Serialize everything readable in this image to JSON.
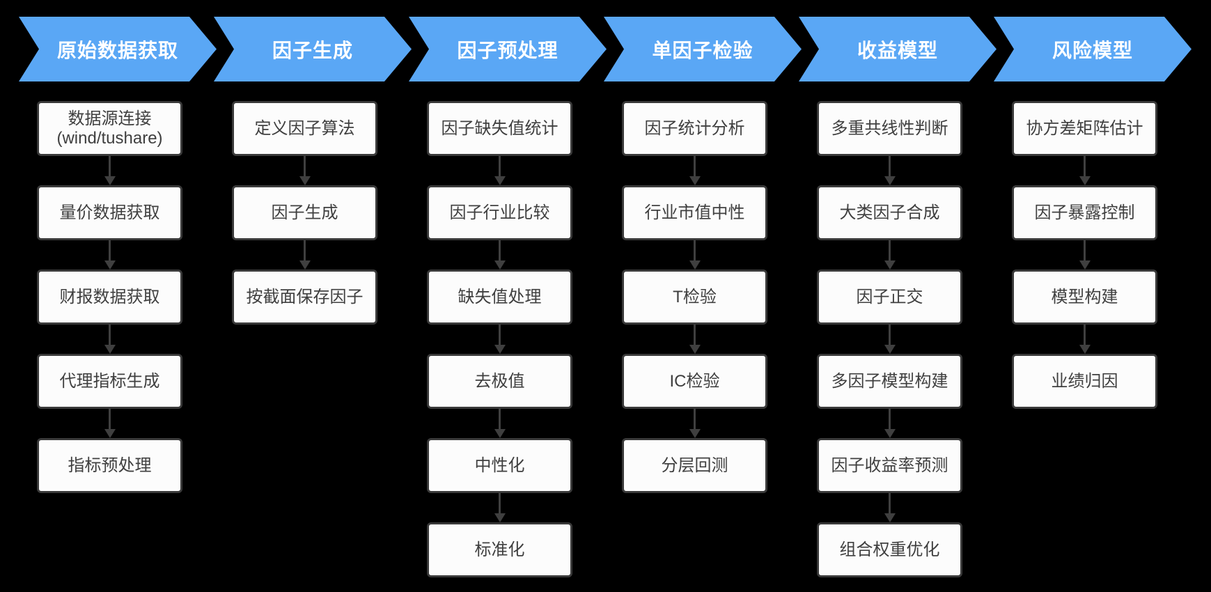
{
  "colors": {
    "background": "#000000",
    "stage_fill": "#5aa7f5",
    "stage_text": "#ffffff",
    "box_fill": "#fcfcfc",
    "box_border": "#3a3a3a",
    "box_text": "#3f3f3f",
    "arrow": "#3f3f3f"
  },
  "columns": [
    {
      "header": "原始数据获取",
      "steps": [
        "数据源连接\n(wind/tushare)",
        "量价数据获取",
        "财报数据获取",
        "代理指标生成",
        "指标预处理"
      ]
    },
    {
      "header": "因子生成",
      "steps": [
        "定义因子算法",
        "因子生成",
        "按截面保存因子"
      ]
    },
    {
      "header": "因子预处理",
      "steps": [
        "因子缺失值统计",
        "因子行业比较",
        "缺失值处理",
        "去极值",
        "中性化",
        "标准化"
      ]
    },
    {
      "header": "单因子检验",
      "steps": [
        "因子统计分析",
        "行业市值中性",
        "T检验",
        "IC检验",
        "分层回测"
      ]
    },
    {
      "header": "收益模型",
      "steps": [
        "多重共线性判断",
        "大类因子合成",
        "因子正交",
        "多因子模型构建",
        "因子收益率预测",
        "组合权重优化"
      ]
    },
    {
      "header": "风险模型",
      "steps": [
        "协方差矩阵估计",
        "因子暴露控制",
        "模型构建",
        "业绩归因"
      ]
    }
  ]
}
